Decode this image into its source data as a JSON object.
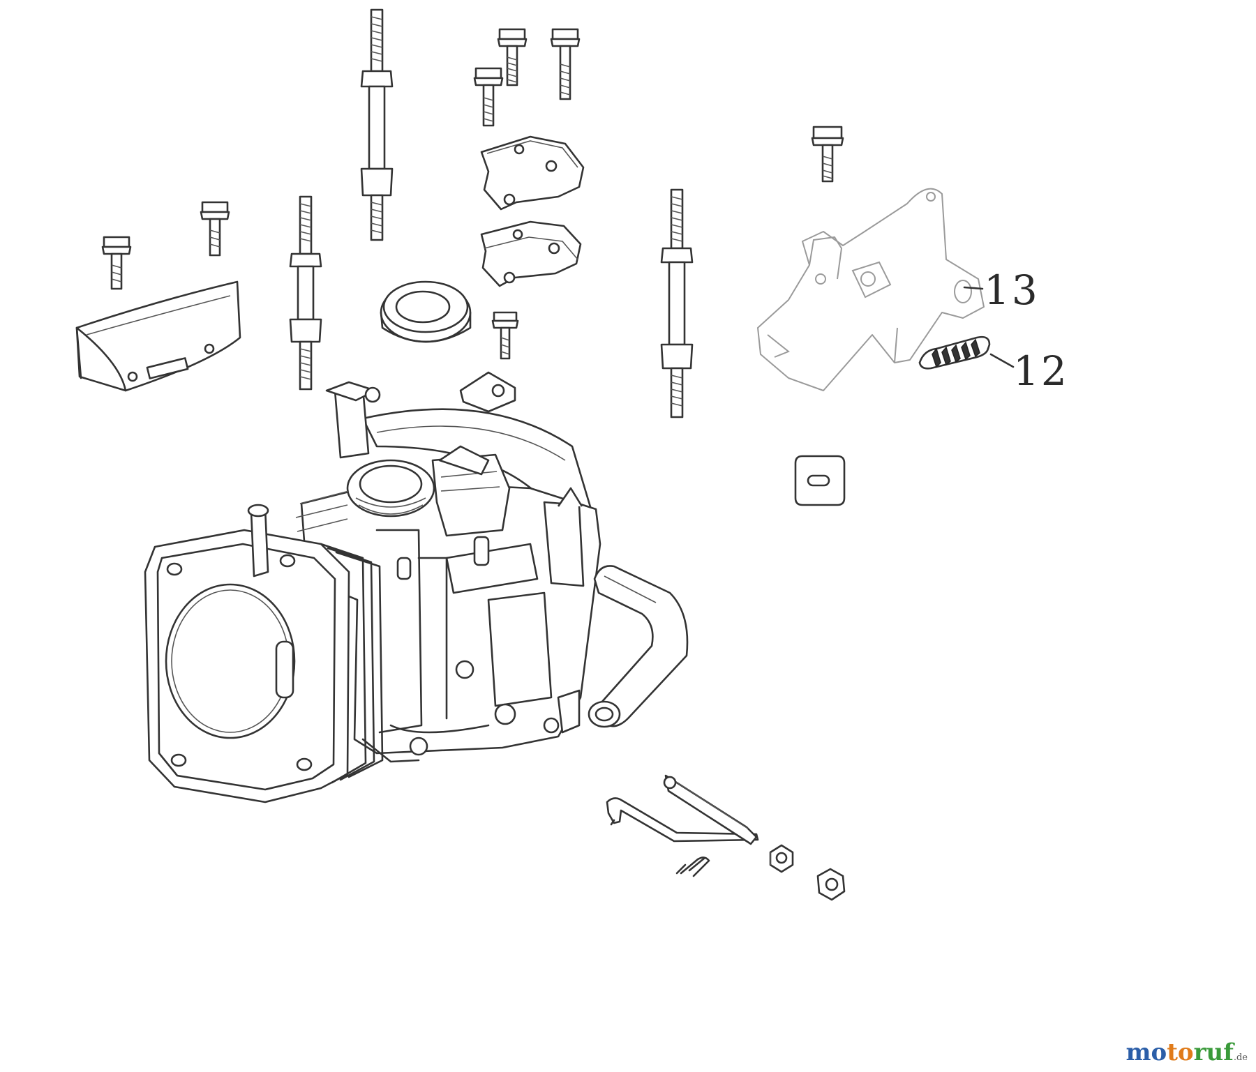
{
  "callouts": [
    {
      "id": "13",
      "text": "13"
    },
    {
      "id": "12",
      "text": "12"
    }
  ],
  "watermark": {
    "part1": "mo",
    "part2": "to",
    "part3": "ruf",
    "tld": ".de"
  }
}
